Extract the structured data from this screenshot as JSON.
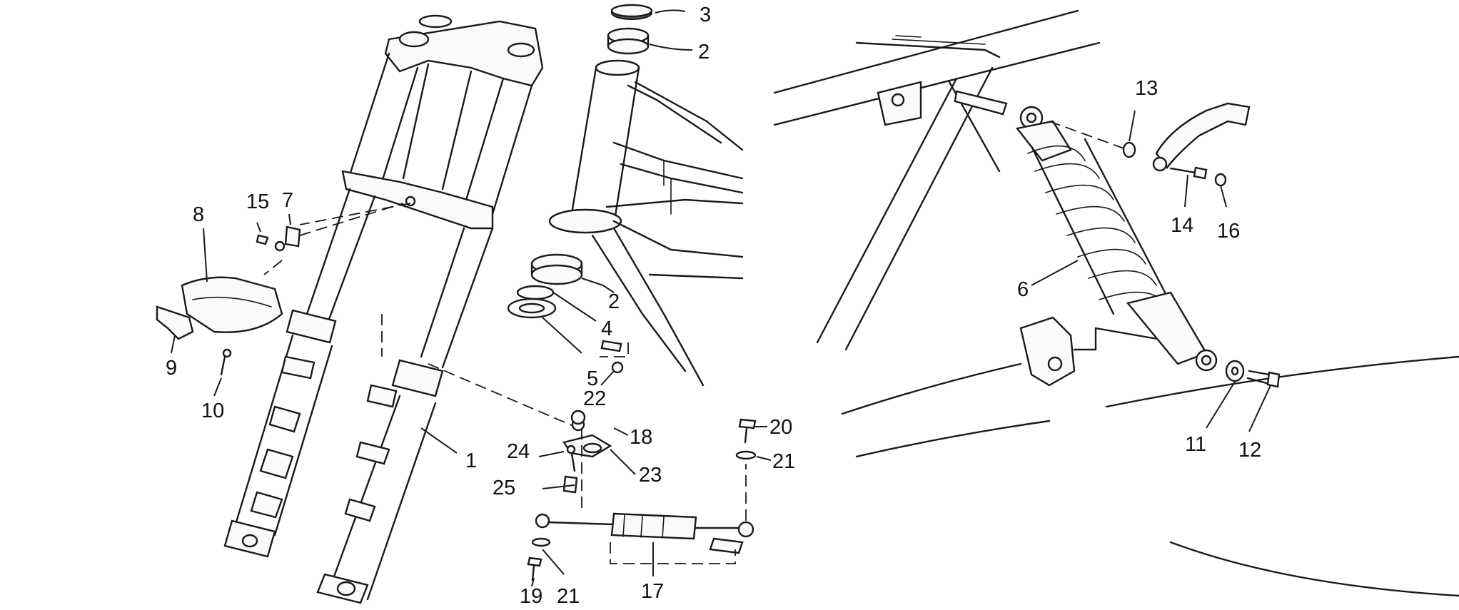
{
  "diagram": {
    "callouts": [
      {
        "id": "c1",
        "text": "1"
      },
      {
        "id": "c2a",
        "text": "2"
      },
      {
        "id": "c2b",
        "text": "2"
      },
      {
        "id": "c3",
        "text": "3"
      },
      {
        "id": "c4",
        "text": "4"
      },
      {
        "id": "c5",
        "text": "5"
      },
      {
        "id": "c6",
        "text": "6"
      },
      {
        "id": "c7",
        "text": "7"
      },
      {
        "id": "c8",
        "text": "8"
      },
      {
        "id": "c9",
        "text": "9"
      },
      {
        "id": "c10",
        "text": "10"
      },
      {
        "id": "c11",
        "text": "11"
      },
      {
        "id": "c12",
        "text": "12"
      },
      {
        "id": "c13",
        "text": "13"
      },
      {
        "id": "c14",
        "text": "14"
      },
      {
        "id": "c15",
        "text": "15"
      },
      {
        "id": "c16",
        "text": "16"
      },
      {
        "id": "c17",
        "text": "17"
      },
      {
        "id": "c18",
        "text": "18"
      },
      {
        "id": "c19",
        "text": "19"
      },
      {
        "id": "c20",
        "text": "20"
      },
      {
        "id": "c21a",
        "text": "21"
      },
      {
        "id": "c21b",
        "text": "21"
      },
      {
        "id": "c22",
        "text": "22"
      },
      {
        "id": "c23",
        "text": "23"
      },
      {
        "id": "c24",
        "text": "24"
      },
      {
        "id": "c25",
        "text": "25"
      }
    ]
  }
}
